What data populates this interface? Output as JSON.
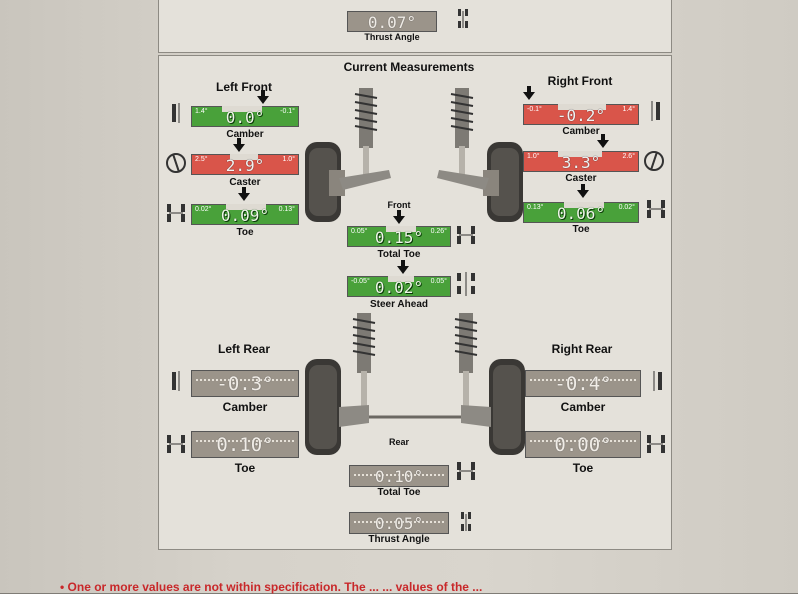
{
  "top_section": {
    "thrust_angle": {
      "value": "0.07°",
      "label": "Thrust Angle"
    }
  },
  "section_title": "Current Measurements",
  "left_front": {
    "title": "Left Front",
    "camber": {
      "value": "0.0°",
      "label": "Camber",
      "min": "1.4°",
      "max": "-0.1°",
      "status": "in-spec"
    },
    "caster": {
      "value": "2.9°",
      "label": "Caster",
      "min": "2.5°",
      "max": "1.0°",
      "status": "out-of-spec"
    },
    "toe": {
      "value": "0.09°",
      "label": "Toe",
      "min": "0.02°",
      "max": "0.13°",
      "status": "in-spec"
    }
  },
  "right_front": {
    "title": "Right Front",
    "camber": {
      "value": "-0.2°",
      "label": "Camber",
      "min": "-0.1°",
      "max": "1.4°",
      "status": "out-of-spec"
    },
    "caster": {
      "value": "3.3°",
      "label": "Caster",
      "min": "1.0°",
      "max": "2.6°",
      "status": "out-of-spec"
    },
    "toe": {
      "value": "0.06°",
      "label": "Toe",
      "min": "0.13°",
      "max": "0.02°",
      "status": "in-spec"
    }
  },
  "front_center": {
    "heading": "Front",
    "total_toe": {
      "value": "0.15°",
      "label": "Total Toe",
      "min": "0.05°",
      "max": "0.26°"
    },
    "steer_ahead": {
      "value": "0.02°",
      "label": "Steer Ahead",
      "min": "-0.05°",
      "max": "0.05°"
    }
  },
  "left_rear": {
    "title": "Left Rear",
    "camber": {
      "value": "-0.3°",
      "label": "Camber"
    },
    "toe": {
      "value": "0.10°",
      "label": "Toe"
    }
  },
  "right_rear": {
    "title": "Right Rear",
    "camber": {
      "value": "-0.4°",
      "label": "Camber"
    },
    "toe": {
      "value": "0.00°",
      "label": "Toe"
    }
  },
  "rear_center": {
    "heading": "Rear",
    "total_toe": {
      "value": "0.10°",
      "label": "Total Toe"
    },
    "thrust_angle": {
      "value": "0.05°",
      "label": "Thrust Angle"
    }
  },
  "footer_note": "One or more values are not within specification. The ... ... values of the ...",
  "colors": {
    "in_spec": "#49a13a",
    "out_of_spec": "#d9554a",
    "no_spec": "#9b948a"
  }
}
